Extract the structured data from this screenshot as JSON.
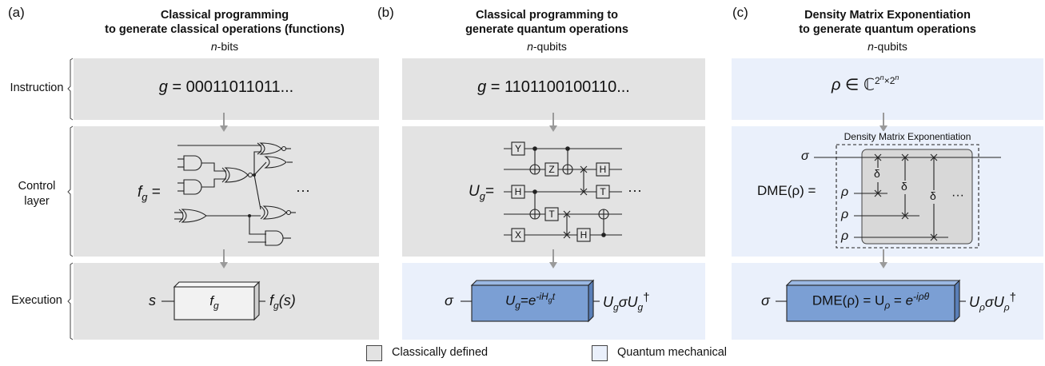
{
  "panels": [
    {
      "label": "(a)",
      "title_line1": "Classical programming",
      "title_line2": "to generate classical operations (functions)",
      "subtitle_main": "n",
      "subtitle_rest": "-bits",
      "instruction": {
        "var": "g",
        "eq": " = ",
        "value": "00011011011..."
      },
      "control": {
        "lhs": "f",
        "sub": "g",
        "eq": "=",
        "ellipsis": "···"
      },
      "execution": {
        "input": "s",
        "box_main": "f",
        "box_sub": "g",
        "output_main": "f",
        "output_sub": "g",
        "output_arg": "(s)"
      }
    },
    {
      "label": "(b)",
      "title_line1": "Classical programming to",
      "title_line2": "generate quantum operations",
      "subtitle_main": "n",
      "subtitle_rest": "-qubits",
      "instruction": {
        "var": "g",
        "eq": " = ",
        "value": "1101100100110..."
      },
      "control": {
        "lhs": "U",
        "sub": "g",
        "eq": "=",
        "ellipsis": "···",
        "gates": [
          "Y",
          "Z",
          "H",
          "H",
          "T",
          "T",
          "X",
          "H"
        ]
      },
      "execution": {
        "input": "σ",
        "box_lhs": "U",
        "box_lhs_sub": "g",
        "box_eq": "=",
        "box_base": "e",
        "box_exp": "-iH",
        "box_exp_sub": "g",
        "box_exp_t": "t",
        "output": "U",
        "output_sub": "g",
        "output_mid": "σU",
        "output_sub2": "g",
        "output_sup": "†"
      }
    },
    {
      "label": "(c)",
      "title_line1": "Density Matrix Exponentiation",
      "title_line2": "to generate quantum operations",
      "subtitle_main": "n",
      "subtitle_rest": "-qubits",
      "instruction": {
        "var": "ρ",
        "in": "∈",
        "field": "ℂ",
        "exp_base": "2",
        "exp_n": "n",
        "times": "×"
      },
      "control": {
        "dashed_title": "Density Matrix Exponentiation",
        "lhs": "DME(ρ)",
        "eq": "=",
        "sigma": "σ",
        "rho": "ρ",
        "delta": "δ",
        "ellipsis": "···"
      },
      "execution": {
        "input": "σ",
        "box_text": "DME(ρ) = U",
        "box_sub": "ρ",
        "box_eq": " = ",
        "box_base": "e",
        "box_exp": "-iρθ",
        "output": "U",
        "output_sub": "ρ",
        "output_mid": "σU",
        "output_sub2": "ρ",
        "output_sup": "†"
      }
    }
  ],
  "row_labels": {
    "instruction": "Instruction",
    "control_line1": "Control",
    "control_line2": "layer",
    "execution": "Execution"
  },
  "legend": {
    "classical": "Classically defined",
    "quantum": "Quantum mechanical"
  },
  "colors": {
    "classical_bg": "#e3e3e3",
    "quantum_bg": "#eaf0fb",
    "box_blue": "#7b9fd4",
    "arrow": "#9a9a9a"
  }
}
